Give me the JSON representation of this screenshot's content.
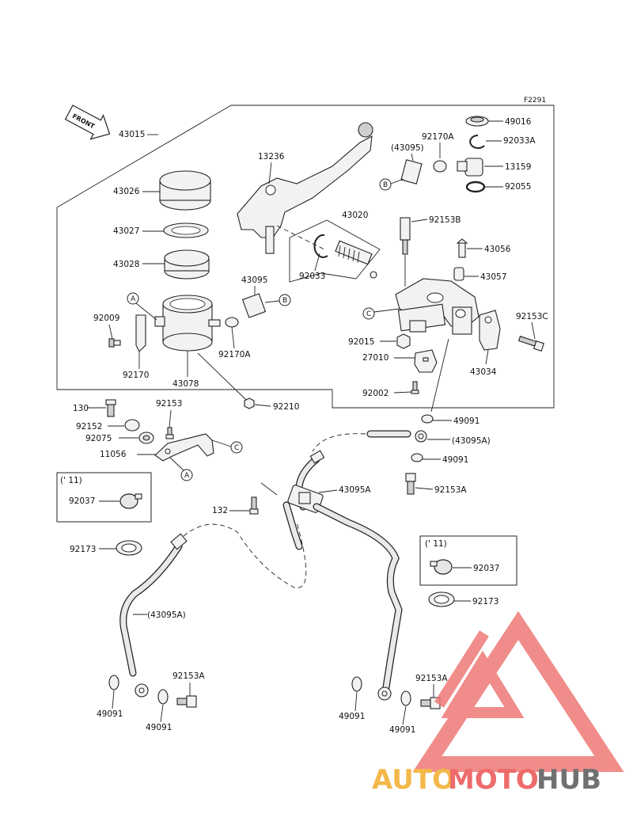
{
  "figure_code": "F2291",
  "front_label": "FRONT",
  "watermark": {
    "part1": "AUTO",
    "part2": "MOTO",
    "part3": "HUB",
    "color1": "#f4b84a",
    "color2": "#ee6b6b",
    "color3": "#707070",
    "logo_color": "#ee7a76"
  },
  "parts": {
    "p43015": "43015",
    "p13236": "13236",
    "p43026": "43026",
    "p43027": "43027",
    "p43028": "43028",
    "p92009": "92009",
    "p92170": "92170",
    "p43078": "43078",
    "p43095_a": "43095",
    "p92170A_a": "92170A",
    "p92210": "92210",
    "p43020": "43020",
    "p92033": "92033",
    "p49016": "49016",
    "p92170A_b": "92170A",
    "p43095_b": "(43095)",
    "p92033A": "92033A",
    "p13159": "13159",
    "p92055": "92055",
    "p92153B": "92153B",
    "p43056": "43056",
    "p43057": "43057",
    "p92153C": "92153C",
    "p92015": "92015",
    "p27010": "27010",
    "p43034": "43034",
    "p92002": "92002",
    "p49091_a": "49091",
    "p43095A_a": "(43095A)",
    "p49091_b": "49091",
    "p130": "130",
    "p92153": "92153",
    "p92152": "92152",
    "p92075": "92075",
    "p11056": "11056",
    "p43095A_b": "43095A",
    "p92153A_a": "92153A",
    "p132": "132",
    "year_left": "(' 11)",
    "p92037_a": "92037",
    "p92173_a": "92173",
    "p43095A_c": "(43095A)",
    "year_right": "(' 11)",
    "p92037_b": "92037",
    "p92173_b": "92173",
    "p92153A_b": "92153A",
    "p49091_c": "49091",
    "p49091_d": "49091",
    "p92153A_c": "92153A",
    "p49091_e": "49091",
    "p49091_f": "49091"
  },
  "callouts": {
    "A": "A",
    "B": "B",
    "C": "C"
  }
}
